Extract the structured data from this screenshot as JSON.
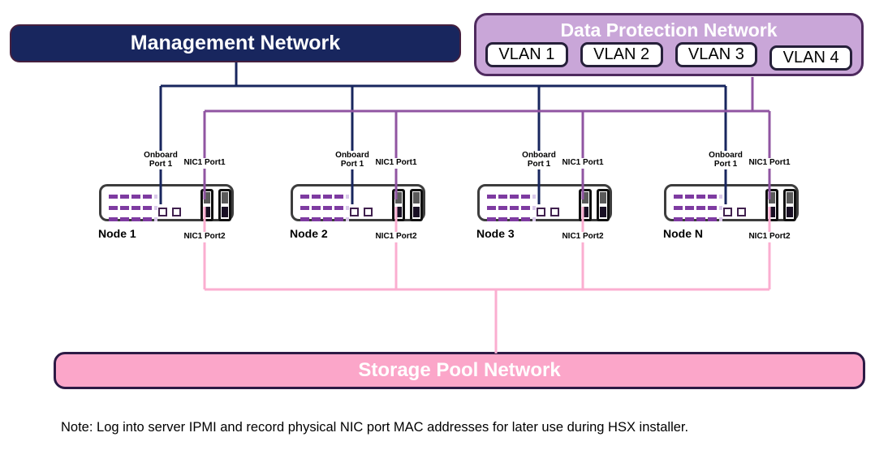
{
  "colors": {
    "management_fill": "#18265e",
    "management_border": "#45203f",
    "management_line": "#18265e",
    "data_protection_fill": "#c9a6d8",
    "data_protection_border": "#4e2a5e",
    "data_protection_line": "#9055a2",
    "storage_fill": "#fba6c9",
    "storage_border": "#2c1a45",
    "storage_line": "#fbaed0",
    "node_border": "#3d3d3d",
    "drive_dash": "#7e3ba1"
  },
  "banners": {
    "management": {
      "label": "Management Network"
    },
    "data_protection": {
      "label": "Data Protection Network",
      "vlans": [
        {
          "label": "VLAN 1"
        },
        {
          "label": "VLAN 2"
        },
        {
          "label": "VLAN 3"
        },
        {
          "label": "VLAN 4"
        }
      ]
    },
    "storage": {
      "label": "Storage Pool Network"
    }
  },
  "nodes": [
    {
      "label": "Node 1",
      "onboard_port_label": "Onboard\nPort 1",
      "nic1_port1_label": "NIC1 Port1",
      "nic1_port2_label": "NIC1 Port2"
    },
    {
      "label": "Node 2",
      "onboard_port_label": "Onboard\nPort 1",
      "nic1_port1_label": "NIC1 Port1",
      "nic1_port2_label": "NIC1 Port2"
    },
    {
      "label": "Node 3",
      "onboard_port_label": "Onboard\nPort 1",
      "nic1_port1_label": "NIC1 Port1",
      "nic1_port2_label": "NIC1 Port2"
    },
    {
      "label": "Node N",
      "onboard_port_label": "Onboard\nPort 1",
      "nic1_port1_label": "NIC1 Port1",
      "nic1_port2_label": "NIC1 Port2"
    }
  ],
  "note": "Note: Log into server IPMI and record physical NIC port MAC addresses for later use during HSX installer."
}
